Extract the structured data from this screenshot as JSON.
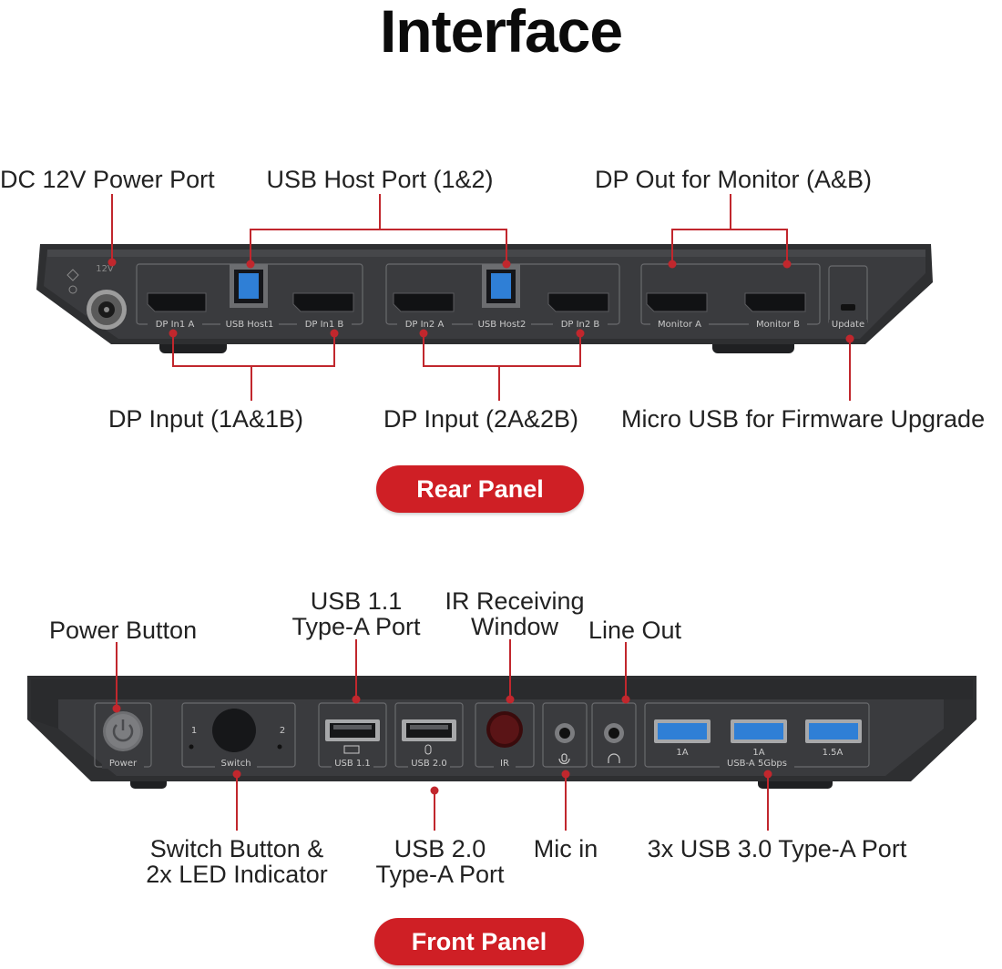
{
  "title": "Interface",
  "rear": {
    "pill_label": "Rear Panel",
    "callouts": {
      "dc_power": "DC 12V Power Port",
      "usb_host": "USB Host Port (1&2)",
      "dp_out": "DP Out for Monitor (A&B)",
      "dp_input_1": "DP Input (1A&1B)",
      "dp_input_2": "DP Input (2A&2B)",
      "micro_usb": "Micro USB for Firmware Upgrade"
    },
    "port_labels": {
      "power_mark": "12V",
      "dp_in1a": "DP In1 A",
      "usb_host1": "USB Host1",
      "dp_in1b": "DP In1 B",
      "dp_in2a": "DP In2 A",
      "usb_host2": "USB Host2",
      "dp_in2b": "DP In2 B",
      "monitor_a": "Monitor A",
      "monitor_b": "Monitor B",
      "update": "Update"
    }
  },
  "front": {
    "pill_label": "Front Panel",
    "callouts": {
      "power_button": "Power Button",
      "usb11_line1": "USB 1.1",
      "usb11_line2": "Type-A Port",
      "ir_line1": "IR Receiving",
      "ir_line2": "Window",
      "line_out": "Line Out",
      "switch_line1": "Switch Button &",
      "switch_line2": "2x LED Indicator",
      "usb20_line1": "USB 2.0",
      "usb20_line2": "Type-A Port",
      "mic_in": "Mic in",
      "usb30": "3x USB 3.0 Type-A Port"
    },
    "port_labels": {
      "power": "Power",
      "switch": "Switch",
      "led_1": "1",
      "led_2": "2",
      "usb11": "USB 1.1",
      "usb20": "USB 2.0",
      "ir": "IR",
      "usb_a_1": "1A",
      "usb_a_2": "1A",
      "usb_a_3": "1.5A",
      "usb_a_group": "USB-A 5Gbps"
    }
  },
  "colors": {
    "accent": "#cf1f25",
    "device_body": "#38393b",
    "usb3_blue": "#2f7fd6"
  }
}
